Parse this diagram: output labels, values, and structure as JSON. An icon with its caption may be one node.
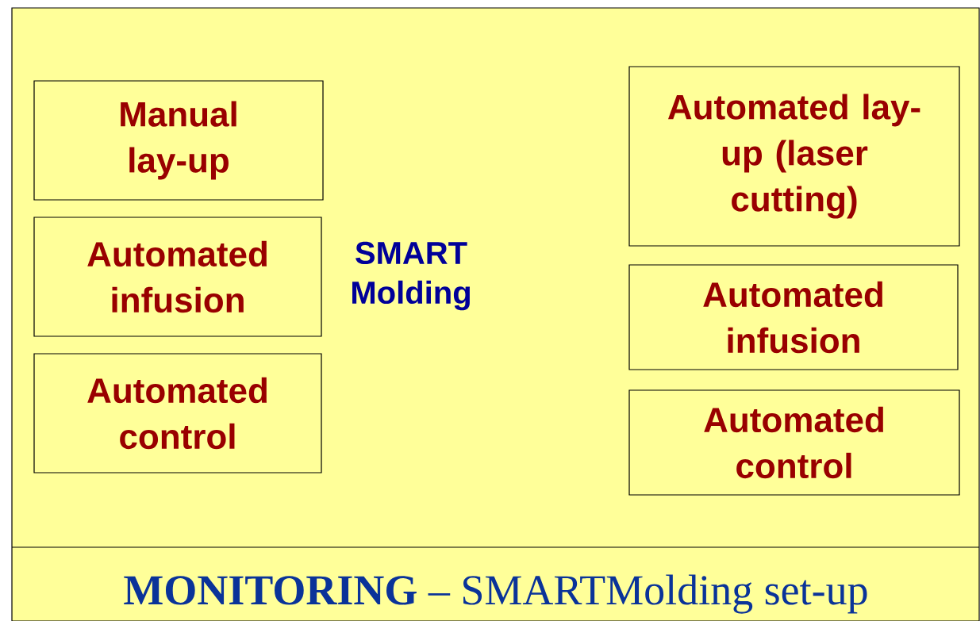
{
  "diagram": {
    "caption": "**MONITORING** – SMARTMolding set-up",
    "nodes": [
      {
        "text": [
          "Manual lay-up"
        ]
      },
      {
        "text": [
          "Automated infusion"
        ]
      },
      {
        "text": [
          "Automated control"
        ]
      },
      {
        "text": [
          "Automated lay-up (laser cutting)"
        ]
      },
      {
        "text": [
          "Automated infusion"
        ]
      },
      {
        "text": [
          "Automated control"
        ]
      }
    ],
    "labels": [
      "SMART Molding"
    ]
  }
}
